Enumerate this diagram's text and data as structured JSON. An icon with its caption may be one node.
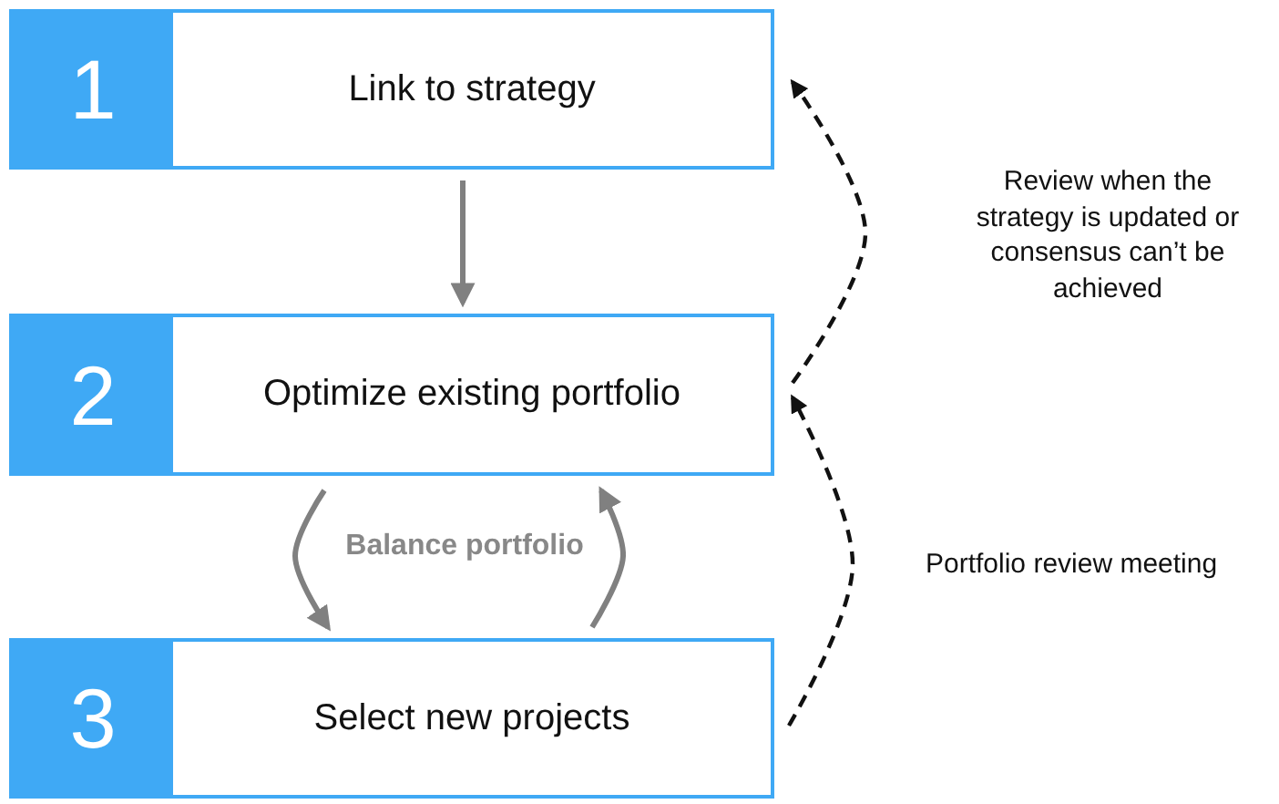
{
  "diagram": {
    "nodes": [
      {
        "text": [
          "1",
          "Link to strategy"
        ]
      },
      {
        "text": [
          "2",
          "Optimize existing portfolio"
        ]
      },
      {
        "text": [
          "3",
          "Select new projects"
        ]
      }
    ],
    "edges": [
      {
        "from": 0,
        "to": 1,
        "arrow": "to"
      },
      {
        "from": 1,
        "to": 2,
        "arrow": "to"
      },
      {
        "from": 2,
        "to": 1,
        "arrow": "to"
      },
      {
        "from": 2,
        "to": 1,
        "arrow": "to",
        "style": "dashed",
        "color": "#111111"
      },
      {
        "from": 1,
        "to": 0,
        "arrow": "to",
        "style": "dashed",
        "color": "#111111"
      }
    ],
    "labels": [
      "Balance portfolio",
      "Review when the strategy is updated or consensus can’t be achieved",
      "Portfolio review meeting"
    ]
  }
}
